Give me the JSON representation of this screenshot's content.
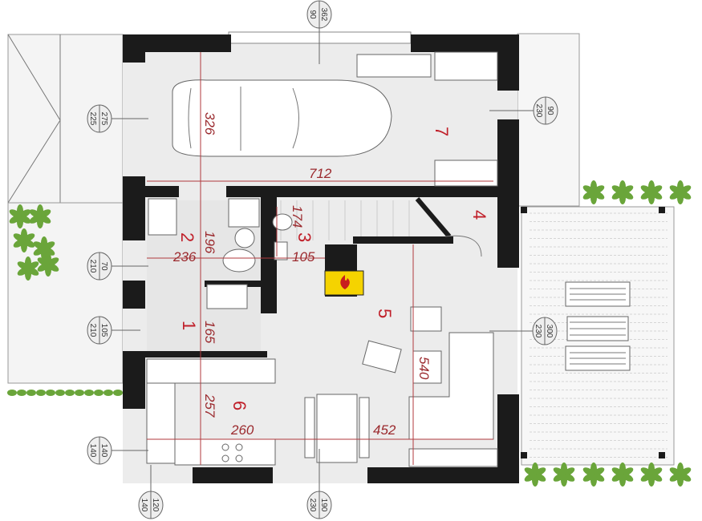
{
  "rooms": [
    {
      "number": "7"
    },
    {
      "number": "2"
    },
    {
      "number": "3"
    },
    {
      "number": "4"
    },
    {
      "number": "5"
    },
    {
      "number": "1"
    },
    {
      "number": "6"
    }
  ],
  "dimensions": {
    "garage_width": "326",
    "garage_length": "712",
    "room2_depth": "196",
    "room2_width": "236",
    "room3_depth": "174",
    "room3_width": "105",
    "hall_depth": "165",
    "living_depth": "540",
    "kitchen_depth": "257",
    "kitchen_width": "260",
    "living_width": "452"
  },
  "openings": [
    {
      "top": "362",
      "bottom": "90"
    },
    {
      "top": "275",
      "bottom": "225"
    },
    {
      "top": "90",
      "bottom": "230"
    },
    {
      "top": "70",
      "bottom": "210"
    },
    {
      "top": "105",
      "bottom": "210"
    },
    {
      "top": "300",
      "bottom": "230"
    },
    {
      "top": "140",
      "bottom": "140"
    },
    {
      "top": "120",
      "bottom": "140"
    },
    {
      "top": "190",
      "bottom": "230"
    }
  ],
  "colors": {
    "wall": "#1b1b1b",
    "floor": "#ececec",
    "label": "#c0202a",
    "fireplace": "#f5d300",
    "plant": "#6aa53a"
  }
}
